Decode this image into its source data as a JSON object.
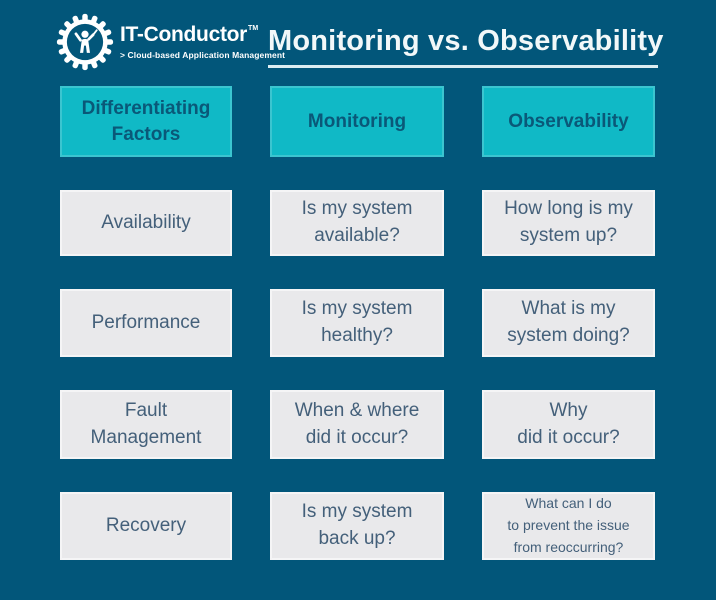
{
  "page": {
    "bg_color": "#02567A",
    "accent_cyan": "#10B9C6",
    "cell_gray": "#E9E9EB",
    "header_text_color": "#0A5878",
    "body_text_color": "#44607A",
    "title_color": "#F2F8F9"
  },
  "logo": {
    "name": "IT-Conductor",
    "trademark": "TM",
    "tagline": "> Cloud-based Application Management",
    "icon": "gear-conductor-icon"
  },
  "header": {
    "title": "Monitoring vs. Observability"
  },
  "table": {
    "columns": [
      {
        "key": "factors",
        "label": "Differentiating\nFactors"
      },
      {
        "key": "monitoring",
        "label": "Monitoring"
      },
      {
        "key": "observability",
        "label": "Observability"
      }
    ],
    "rows": [
      {
        "factor": "Availability",
        "monitoring": "Is my system\navailable?",
        "observability": "How long is my\nsystem up?"
      },
      {
        "factor": "Performance",
        "monitoring": "Is my system\nhealthy?",
        "observability": "What is my\nsystem doing?"
      },
      {
        "factor": "Fault\nManagement",
        "monitoring": "When & where\ndid it occur?",
        "observability": "Why\ndid it occur?"
      },
      {
        "factor": "Recovery",
        "monitoring": "Is my system\nback up?",
        "observability": "What can I do\nto prevent the issue\nfrom reoccurring?"
      }
    ]
  }
}
